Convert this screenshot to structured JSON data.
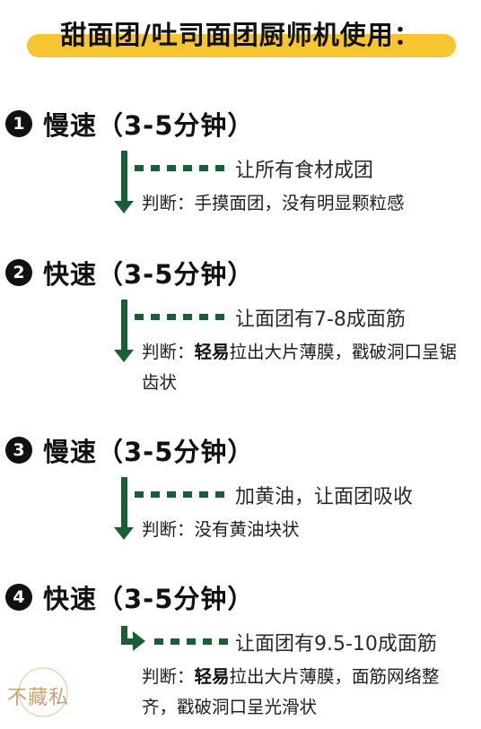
{
  "title": "甜面团/吐司面团厨师机使用：",
  "steps": [
    {
      "number": "1",
      "heading": "慢速（3-5分钟）",
      "desc": "让所有食材成团",
      "judge_label": "判断：",
      "judge_bold": "",
      "judge_rest": "手摸面团，没有明显颗粒感"
    },
    {
      "number": "2",
      "heading": "快速（3-5分钟）",
      "desc": "让面团有7-8成面筋",
      "judge_label": "判断：",
      "judge_bold": "轻易",
      "judge_rest": "拉出大片薄膜，戳破洞口呈锯齿状"
    },
    {
      "number": "3",
      "heading": "慢速（3-5分钟）",
      "desc": "加黄油，让面团吸收",
      "judge_label": "判断：",
      "judge_bold": "",
      "judge_rest": "没有黄油块状"
    },
    {
      "number": "4",
      "heading": "快速（3-5分钟）",
      "desc": "让面团有9.5-10成面筋",
      "judge_label": "判断：",
      "judge_bold": "轻易",
      "judge_rest": "拉出大片薄膜，面筋网络整齐，戳破洞口呈光滑状"
    }
  ],
  "watermark": "不藏私",
  "colors": {
    "accent_green": "#1a5e33",
    "highlight_yellow": "#f7c530",
    "watermark": "#c4a374"
  }
}
